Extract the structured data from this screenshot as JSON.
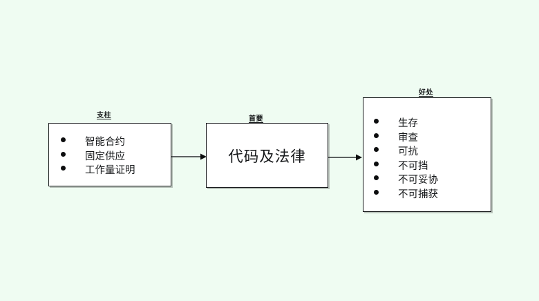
{
  "canvas": {
    "background_color": "#effcf2",
    "box_fill": "#ffffff",
    "box_border_color": "#16181a",
    "text_color": "#16181a",
    "shadow_color": "#8c948e"
  },
  "nodes": {
    "pillars": {
      "caption": "支柱",
      "items": [
        "智能合约",
        "固定供应",
        "工作量证明"
      ]
    },
    "primary": {
      "caption": "首要",
      "text": "代码及法律"
    },
    "benefits": {
      "caption": "好处",
      "items": [
        "生存",
        "审查",
        "可抗",
        "不可挡",
        "不可妥协",
        "不可捕获"
      ]
    }
  },
  "connectors": [
    {
      "name": "pillars-to-primary",
      "from": "pillars",
      "to": "primary",
      "style": "solid-arrow"
    },
    {
      "name": "primary-to-benefits",
      "from": "primary",
      "to": "benefits",
      "style": "solid-arrow"
    }
  ]
}
